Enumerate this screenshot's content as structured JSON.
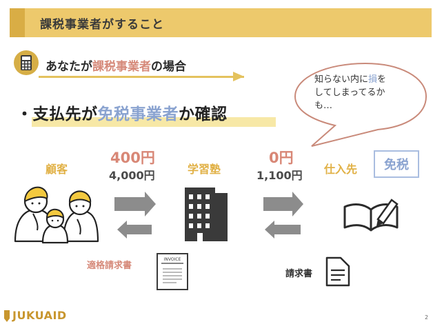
{
  "header": {
    "title": "課税事業者がすること"
  },
  "case": {
    "prefix": "あなたが",
    "highlight": "課税事業者",
    "suffix": "の場合"
  },
  "main": {
    "bullet": "・",
    "part1": "支払先が",
    "highlight": "免税事業者",
    "part2": "か確認"
  },
  "bubble": {
    "line1_a": "知らない内に",
    "line1_b": "損",
    "line1_c": "を",
    "line2": "してしまってるか",
    "line3": "も…"
  },
  "flow": {
    "customer": "顧客",
    "juku": "学習塾",
    "supplier": "仕入先",
    "tax_free": "免税",
    "price1_big": "400円",
    "price1_small": "4,000円",
    "price2_big": "0円",
    "price2_small": "1,100円",
    "qualified_invoice": "適格請求書",
    "invoice_doc": "請求書",
    "invoice_icon_text": "INVOICE"
  },
  "footer": {
    "brand": "JUKUAID",
    "page": "2"
  },
  "colors": {
    "gold": "#edc96c",
    "red": "#d68a7a",
    "blue": "#8aa3d0"
  }
}
